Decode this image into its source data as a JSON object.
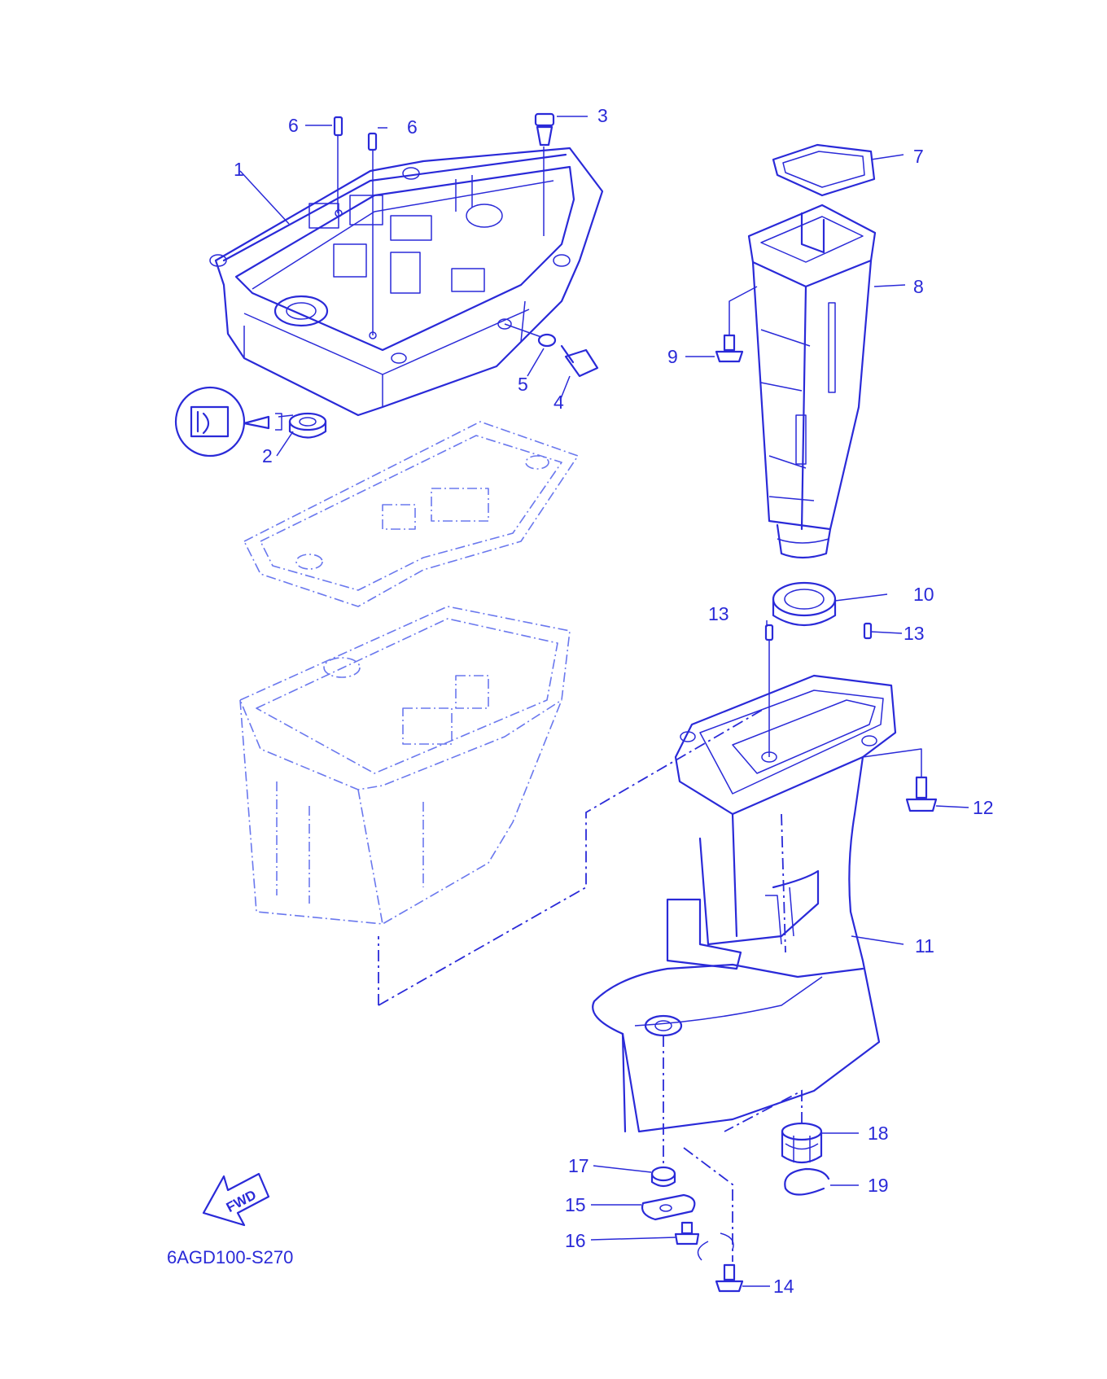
{
  "diagram": {
    "code": "6AGD100-S270",
    "fwd_text": "FWD",
    "callouts": [
      {
        "num": "1"
      },
      {
        "num": "2"
      },
      {
        "num": "3"
      },
      {
        "num": "4"
      },
      {
        "num": "5"
      },
      {
        "num": "6"
      },
      {
        "num": "6"
      },
      {
        "num": "7"
      },
      {
        "num": "8"
      },
      {
        "num": "9"
      },
      {
        "num": "10"
      },
      {
        "num": "11"
      },
      {
        "num": "12"
      },
      {
        "num": "13"
      },
      {
        "num": "13"
      },
      {
        "num": "14"
      },
      {
        "num": "15"
      },
      {
        "num": "16"
      },
      {
        "num": "17"
      },
      {
        "num": "18"
      },
      {
        "num": "19"
      }
    ],
    "colors": {
      "line": "#2a2ad8",
      "ghost": "#6a78ee",
      "background": "#ffffff"
    }
  }
}
